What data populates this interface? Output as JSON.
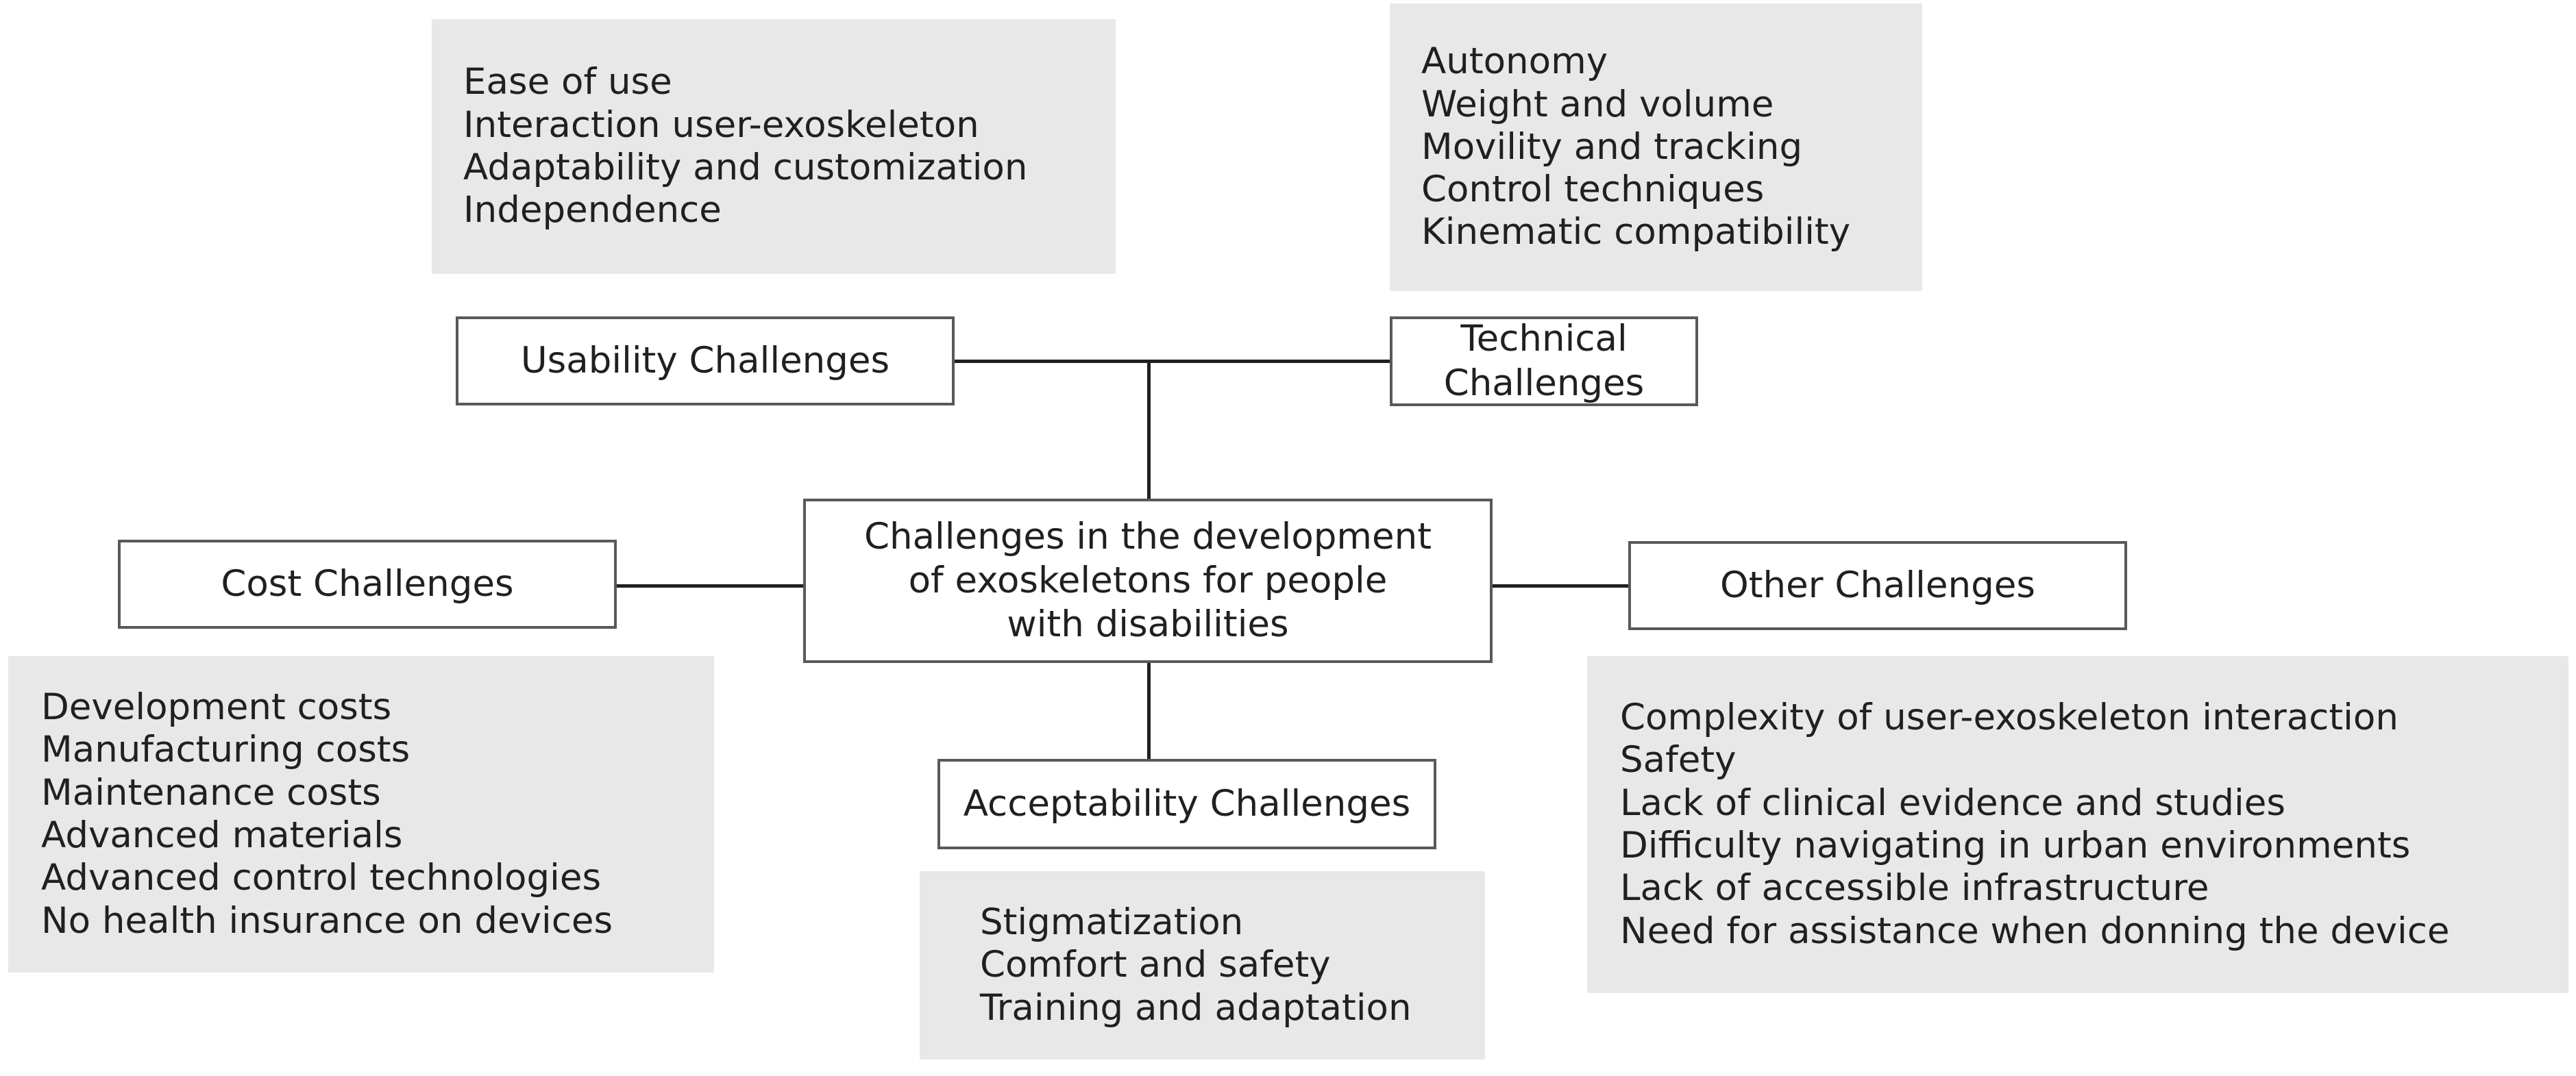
{
  "diagram": {
    "title": "Challenges in the development of exoskeletons for people with disabilities",
    "type": "mind-map",
    "center": {
      "label": "Challenges in the development\nof exoskeletons for people\nwith disabilities"
    },
    "branches": [
      {
        "key": "usability",
        "label": "Usability Challenges",
        "items": [
          "Ease of use",
          "Interaction user-exoskeleton",
          "Adaptability and customization",
          "Independence"
        ]
      },
      {
        "key": "technical",
        "label": "Technical Challenges",
        "items": [
          "Autonomy",
          "Weight and volume",
          "Movility and tracking",
          "Control techniques",
          "Kinematic compatibility"
        ]
      },
      {
        "key": "cost",
        "label": "Cost Challenges",
        "items": [
          "Development costs",
          "Manufacturing costs",
          "Maintenance costs",
          "Advanced materials",
          "Advanced control technologies",
          "No health insurance on devices"
        ]
      },
      {
        "key": "other",
        "label": "Other Challenges",
        "items": [
          "Complexity of user-exoskeleton interaction",
          "Safety",
          "Lack of clinical evidence and studies",
          "Difficulty navigating in urban environments",
          "Lack of accessible infrastructure",
          "Need for assistance when donning the device"
        ]
      },
      {
        "key": "acceptability",
        "label": "Acceptability Challenges",
        "items": [
          "Stigmatization",
          "Comfort and safety",
          "Training and adaptation"
        ]
      }
    ],
    "colors": {
      "panel_background": "#e8e8e8",
      "box_border": "#58595b",
      "box_background": "#ffffff",
      "text": "#231f20",
      "connector": "#231f20",
      "page_background": "#ffffff"
    }
  }
}
